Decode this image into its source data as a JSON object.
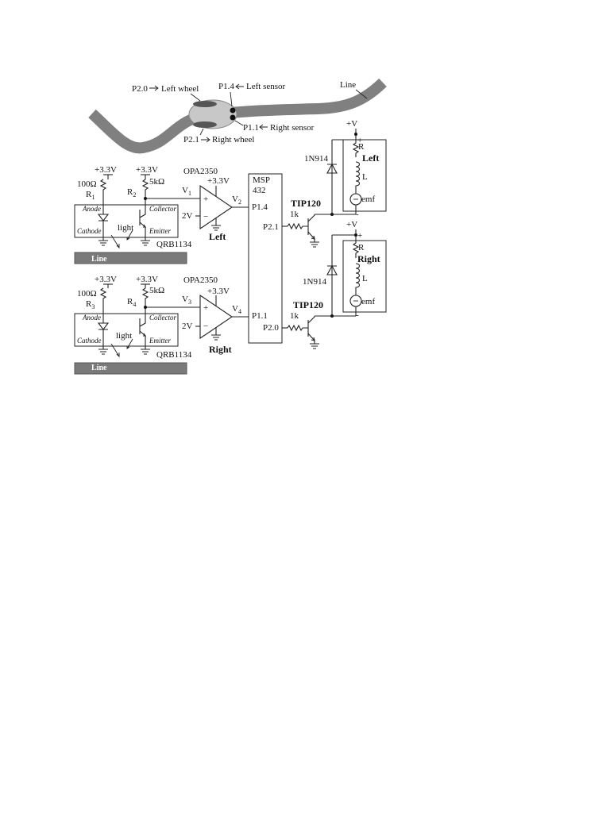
{
  "track": {
    "line_label": "Line",
    "p20_label": "P2.0",
    "left_wheel_label": "Left wheel",
    "p14_label": "P1.4",
    "left_sensor_label": "Left sensor",
    "p11_label": "P1.1",
    "right_sensor_label": "Right sensor",
    "p21_label": "P2.1",
    "right_wheel_label": "Right wheel"
  },
  "top_circuit": {
    "v33_a": "+3.3V",
    "v33_b": "+3.3V",
    "v33_amp": "+3.3V",
    "r1_value": "100Ω",
    "r1_name": "R",
    "r1_sub": "1",
    "r2_value": "5kΩ",
    "r2_name": "R",
    "r2_sub": "2",
    "opamp_part": "OPA2350",
    "v_in_name": "V",
    "v_in_sub": "1",
    "v_out_name": "V",
    "v_out_sub": "2",
    "ref": "2V",
    "plus": "+",
    "minus": "−",
    "anode": "Anode",
    "cathode": "Cathode",
    "collector": "Collector",
    "emitter": "Emitter",
    "light": "light",
    "sensor_part": "QRB1134",
    "side_label": "Left",
    "line_bar": "Line"
  },
  "bottom_circuit": {
    "v33_a": "+3.3V",
    "v33_b": "+3.3V",
    "v33_amp": "+3.3V",
    "r3_value": "100Ω",
    "r3_name": "R",
    "r3_sub": "3",
    "r4_value": "5kΩ",
    "r4_name": "R",
    "r4_sub": "4",
    "opamp_part": "OPA2350",
    "v_in_name": "V",
    "v_in_sub": "3",
    "v_out_name": "V",
    "v_out_sub": "4",
    "ref": "2V",
    "plus": "+",
    "minus": "−",
    "anode": "Anode",
    "cathode": "Cathode",
    "collector": "Collector",
    "emitter": "Emitter",
    "light": "light",
    "sensor_part": "QRB1134",
    "side_label": "Right",
    "line_bar": "Line"
  },
  "mcu": {
    "name_line1": "MSP",
    "name_line2": "432",
    "pin_p14": "P1.4",
    "pin_p21": "P2.1",
    "pin_p11": "P1.1",
    "pin_p20": "P2.0"
  },
  "left_motor": {
    "supply": "+V",
    "diode": "1N914",
    "transistor": "TIP120",
    "base_resistor": "1k",
    "r": "R",
    "l": "L",
    "emf": "emf",
    "title": "Left",
    "plus": "+",
    "minus": "-"
  },
  "right_motor": {
    "supply": "+V",
    "diode": "1N914",
    "transistor": "TIP120",
    "base_resistor": "1k",
    "r": "R",
    "l": "L",
    "emf": "emf",
    "title": "Right",
    "plus": "+",
    "minus": "-"
  },
  "colors": {
    "track": "#808080",
    "robot_body": "#c8c8c8",
    "line_bar": "#7a7a7a",
    "wire": "#222222"
  }
}
